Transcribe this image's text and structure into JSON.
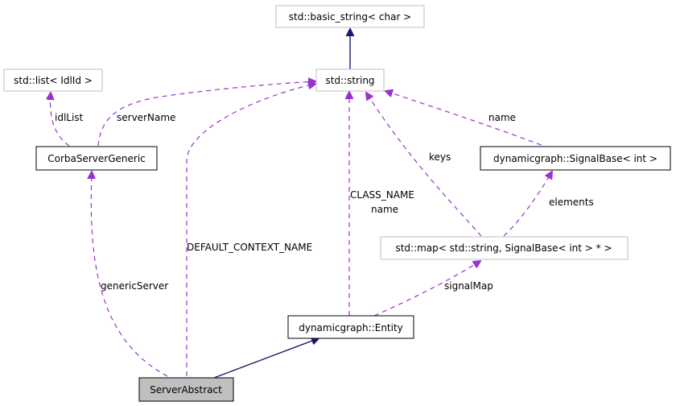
{
  "nodes": {
    "basic_string": "std::basic_string< char >",
    "string": "std::string",
    "idl_list": "std::list< IdlId >",
    "corba_server_generic": "CorbaServerGeneric",
    "signal_base": "dynamicgraph::SignalBase< int >",
    "signal_map": "std::map< std::string, SignalBase< int > * >",
    "entity": "dynamicgraph::Entity",
    "server_abstract": "ServerAbstract"
  },
  "edge_labels": {
    "idl_list": "idlList",
    "server_name": "serverName",
    "name": "name",
    "keys": "keys",
    "class_name": "CLASS_NAME",
    "entity_name": "name",
    "elements": "elements",
    "default_context_name": "DEFAULT_CONTEXT_NAME",
    "generic_server": "genericServer",
    "signal_map": "signalMap"
  },
  "colors": {
    "inheritance": "#191970",
    "usage": "#9a32cd",
    "external_border": "#bfbfbf",
    "self_fill": "#bfbfbf"
  }
}
